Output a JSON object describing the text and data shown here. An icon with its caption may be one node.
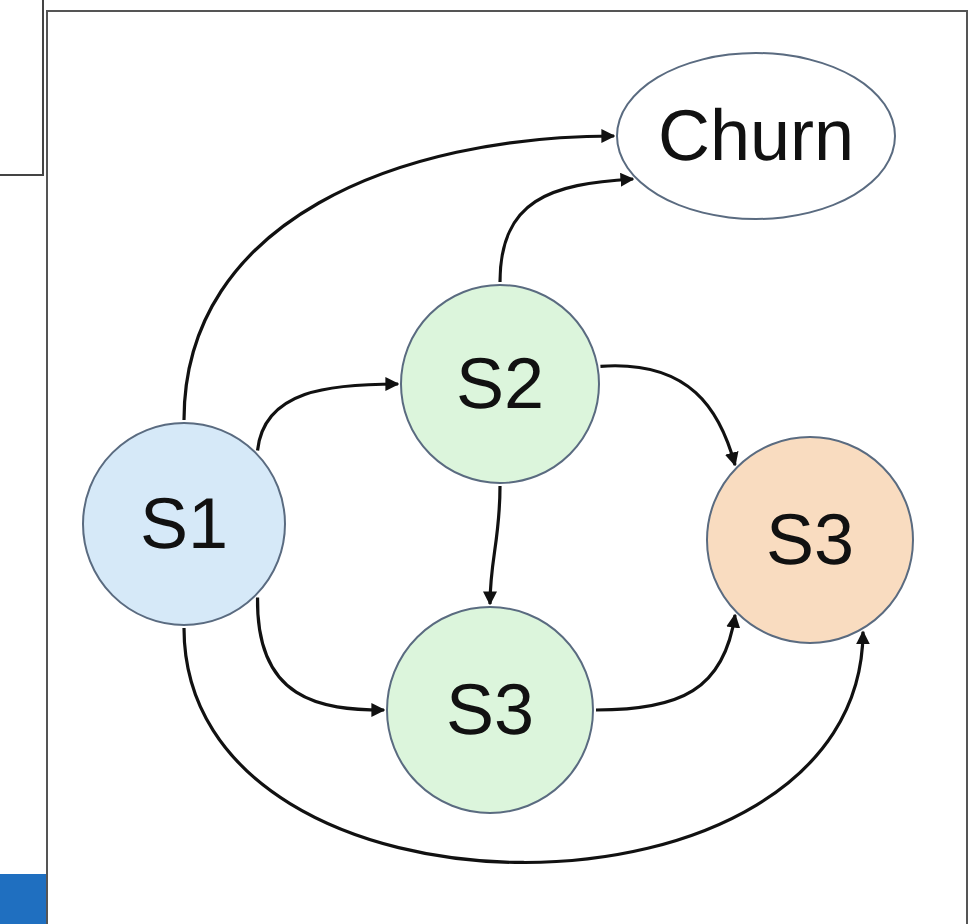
{
  "diagram": {
    "nodes": [
      {
        "text": [
          "S1"
        ]
      },
      {
        "text": [
          "Churn"
        ]
      },
      {
        "text": [
          "S2"
        ]
      },
      {
        "text": [
          "S3"
        ]
      },
      {
        "text": [
          "S3"
        ]
      }
    ],
    "edges": [
      {
        "from": 0,
        "to": 1,
        "arrow": "to"
      },
      {
        "from": 2,
        "to": 1,
        "arrow": "to"
      },
      {
        "from": 0,
        "to": 2,
        "arrow": "to"
      },
      {
        "from": 2,
        "to": 4,
        "arrow": "to"
      },
      {
        "from": 2,
        "to": 3,
        "arrow": "to"
      },
      {
        "from": 0,
        "to": 3,
        "arrow": "to"
      },
      {
        "from": 3,
        "to": 4,
        "arrow": "to"
      },
      {
        "from": 0,
        "to": 4,
        "arrow": "to"
      }
    ]
  }
}
